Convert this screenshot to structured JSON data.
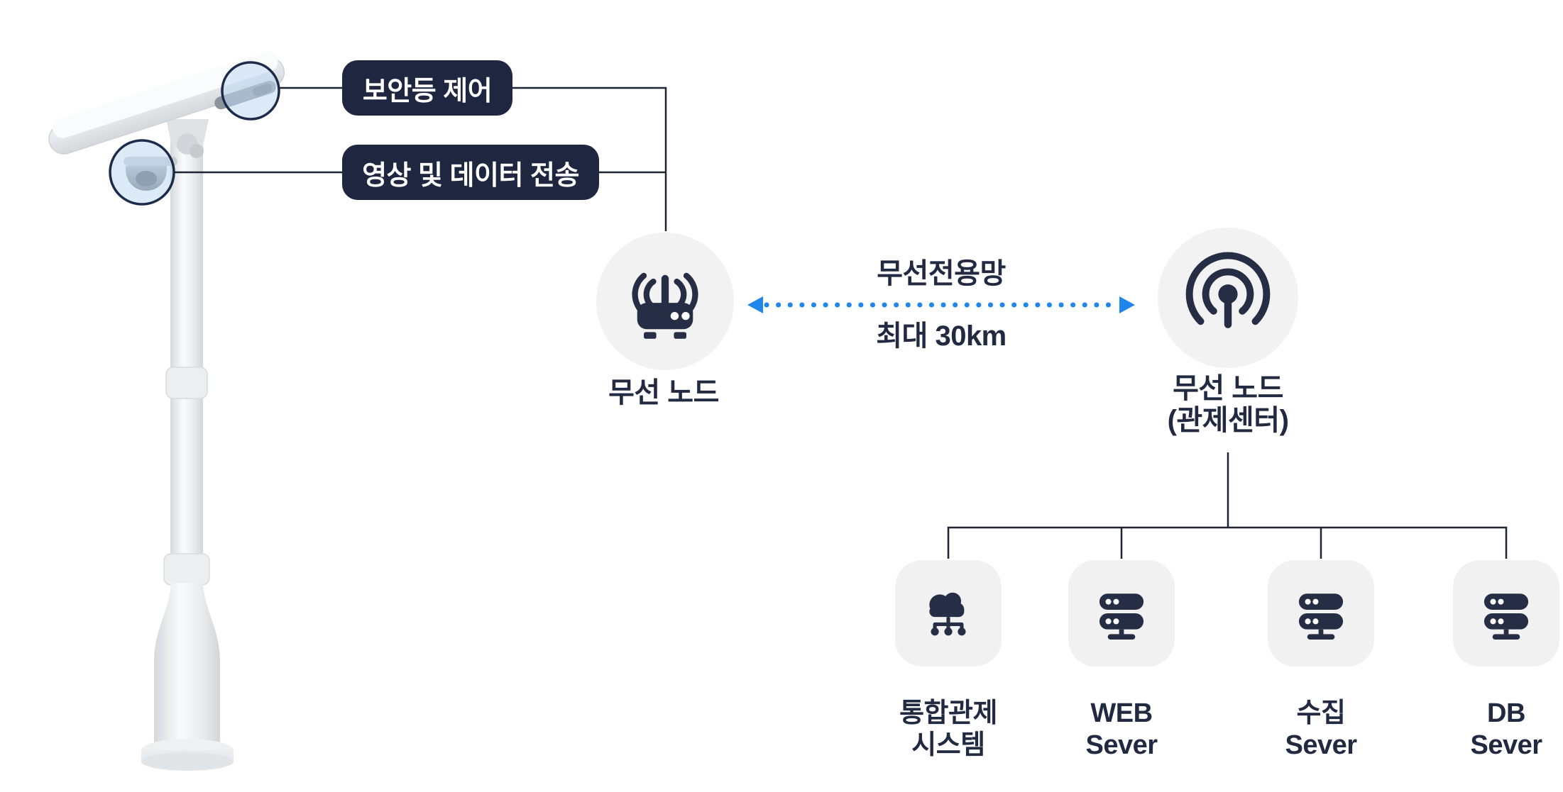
{
  "diagram": {
    "callouts": {
      "light_control": "보안등 제어",
      "data_transfer": "영상 및 데이터 전송"
    },
    "field_node": {
      "label": "무선 노드",
      "icon": "wireless-router-icon"
    },
    "wireless_link": {
      "name": "무선전용망",
      "distance": "최대 30km",
      "arrow_color": "#2186eb"
    },
    "center_node": {
      "label_line1": "무선 노드",
      "label_line2": "(관제센터)",
      "icon": "broadcast-antenna-icon"
    },
    "servers": [
      {
        "line1": "통합관제",
        "line2": "시스템",
        "icon": "cloud-network-icon"
      },
      {
        "line1": "WEB",
        "line2": "Sever",
        "icon": "server-rack-icon"
      },
      {
        "line1": "수집",
        "line2": "Sever",
        "icon": "server-rack-icon"
      },
      {
        "line1": "DB",
        "line2": "Sever",
        "icon": "server-rack-icon"
      }
    ],
    "colors": {
      "pill_navy": "#1e2640",
      "icon_navy": "#262e45",
      "line_navy": "#1d2434",
      "arrow_blue": "#2186eb",
      "node_circle_bg": "#f2f2f3",
      "server_card_bg": "#f1f1f2",
      "text_navy": "#212a40",
      "highlight_blue": "#bfd9f2"
    }
  }
}
